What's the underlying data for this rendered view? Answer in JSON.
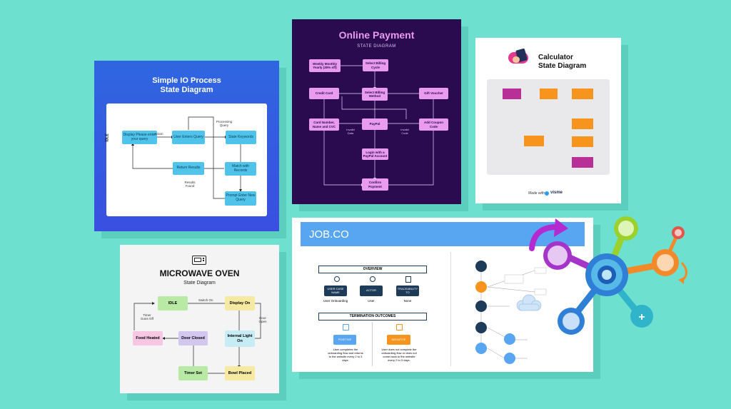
{
  "io": {
    "title1": "Simple IO Process",
    "title2": "State Diagram",
    "side": "IDLE",
    "n_display": "Display Please enter your query",
    "n_user": "User Enters Query",
    "n_state": "State Keywords",
    "n_return": "Return Results",
    "n_match": "Match with Records",
    "n_prompt": "Prompt Enter New Query",
    "l_action": "Action",
    "l_processing": "Processing Query",
    "l_results": "Results Found"
  },
  "pay": {
    "title": "Online Payment",
    "subtitle": "STATE DIAGRAM",
    "n_weekly": "Weekly Monthly Yearly (30% off)",
    "n_cycle": "Select Billing Cycle",
    "n_credit": "Credit Card",
    "n_method": "Select Billing Method",
    "n_gift": "Gift Voucher",
    "n_card": "Card Number, Name and CVC",
    "n_paypal": "PayPal",
    "n_coupon": "Add Coupon Code",
    "n_login": "Login with a PayPal Account",
    "n_confirm": "Confirm Payment",
    "l_invalid1": "Invalid Data",
    "l_invalid2": "Invalid Code"
  },
  "calc": {
    "title1": "Calculator",
    "title2": "State Diagram",
    "made": "Made with",
    "brand": "visme"
  },
  "micro": {
    "title": "MICROWAVE OVEN",
    "subtitle": "State Diagram",
    "n_idle": "IDLE",
    "n_display": "Display On",
    "n_light": "Internal Light On",
    "n_bowl": "Bowl Placed",
    "n_timer": "Timer Set",
    "n_door": "Door Closed",
    "n_food": "Food Heated",
    "l_switch": "Switch On",
    "l_door": "Door Open",
    "l_timer": "Timer Goes Off"
  },
  "job": {
    "brand": "JOB.CO",
    "overview": "OVERVIEW",
    "b1": "USER CASE NAME",
    "b1_sub": "User Onboarding",
    "b2": "ACTOR",
    "b2_sub": "User",
    "b3": "TRACEABILITY TO",
    "b3_sub": "None",
    "termination": "TERMINATION OUTCOMES",
    "positive": "POSITIVE",
    "negative": "NEGATIVE",
    "pos_text": "User completes the onboarding flow and returns to the website every 2 to 3 days.",
    "neg_text": "User does not complete the onboarding flow or does not come back to the website every 2 to 3 days."
  },
  "colors": {
    "bg": "#6ee0cf",
    "io_blue": "#2f66e0",
    "io_node": "#4fc3ea",
    "pay_bg": "#2a0b4f",
    "pay_node": "#e99bf0",
    "calc_node": "#f7941d",
    "calc_purple": "#b82f98",
    "job_header": "#58a6f2",
    "job_navy": "#1e3b5a"
  }
}
